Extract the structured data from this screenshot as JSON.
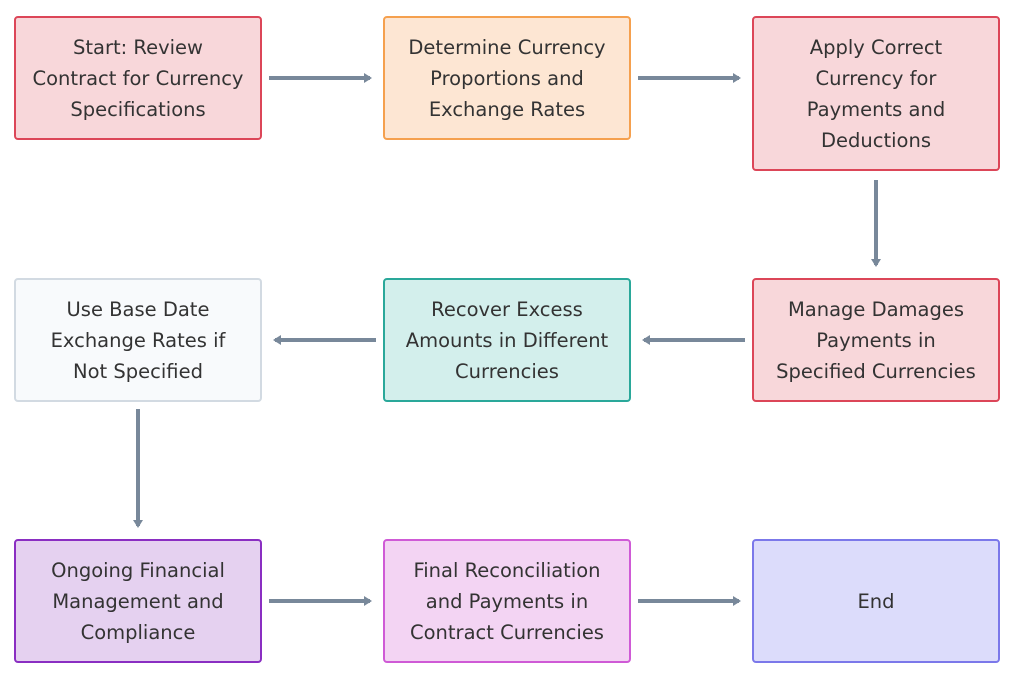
{
  "diagram": {
    "type": "flowchart",
    "nodes": [
      {
        "id": "start",
        "label": "Start: Review\nContract for Currency\nSpecifications",
        "fill": "#f8d7da",
        "border": "#dc4658"
      },
      {
        "id": "determine",
        "label": "Determine Currency\nProportions and\nExchange Rates",
        "fill": "#fde6d3",
        "border": "#f5a04e"
      },
      {
        "id": "apply",
        "label": "Apply Correct\nCurrency for\nPayments and\nDeductions",
        "fill": "#f8d7da",
        "border": "#dc4658"
      },
      {
        "id": "manage",
        "label": "Manage Damages\nPayments in\nSpecified Currencies",
        "fill": "#f8d7da",
        "border": "#dc4658"
      },
      {
        "id": "recover",
        "label": "Recover Excess\nAmounts in Different\nCurrencies",
        "fill": "#d3efec",
        "border": "#2aa89a"
      },
      {
        "id": "base-date",
        "label": "Use Base Date\nExchange Rates if\nNot Specified",
        "fill": "#f8fafc",
        "border": "#d2dae2"
      },
      {
        "id": "ongoing",
        "label": "Ongoing Financial\nManagement and\nCompliance",
        "fill": "#e5d1f0",
        "border": "#8a2ec2"
      },
      {
        "id": "final",
        "label": "Final Reconciliation\nand Payments in\nContract Currencies",
        "fill": "#f3d4f3",
        "border": "#cf5ad6"
      },
      {
        "id": "end",
        "label": "End",
        "fill": "#dcdcfb",
        "border": "#7b78ea"
      }
    ],
    "edges": [
      {
        "from": "start",
        "to": "determine"
      },
      {
        "from": "determine",
        "to": "apply"
      },
      {
        "from": "apply",
        "to": "manage"
      },
      {
        "from": "manage",
        "to": "recover"
      },
      {
        "from": "recover",
        "to": "base-date"
      },
      {
        "from": "base-date",
        "to": "ongoing"
      },
      {
        "from": "ongoing",
        "to": "final"
      },
      {
        "from": "final",
        "to": "end"
      }
    ],
    "connector_color": "#78889a"
  }
}
